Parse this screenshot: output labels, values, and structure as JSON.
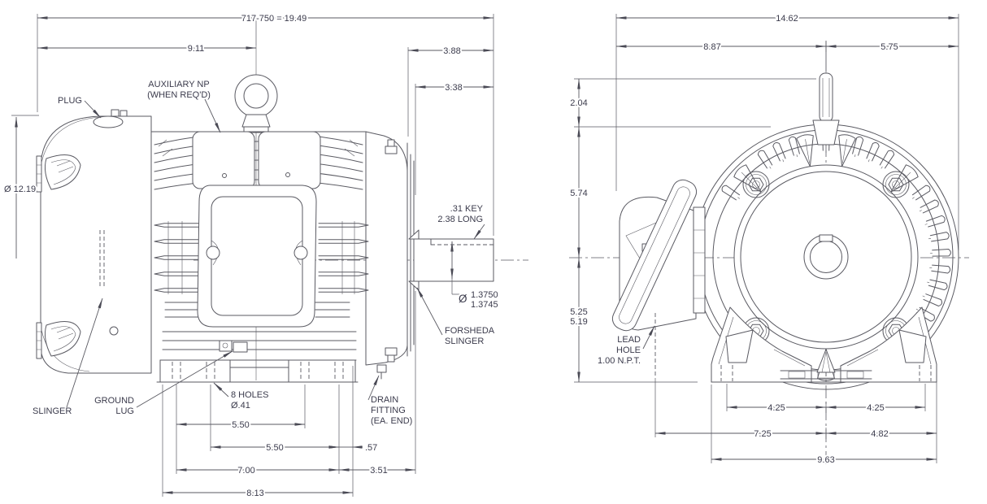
{
  "colors": {
    "line": "#5a5a62",
    "text": "#3b3b4c",
    "bg": "#ffffff"
  },
  "drawing": {
    "side": {
      "dims": {
        "overall": "717-750 = 19.49",
        "front_to_eyebolt": "9.11",
        "endbell_to_shaft_end": "3.88",
        "shaft_extension": "3.38",
        "fan_cover_dia": "Ø 12.19",
        "key_line1": ".31 KEY",
        "key_line2": "2.38 LONG",
        "shaft_dia_symbol": "Ø",
        "shaft_dia_upper": "1.3750",
        "shaft_dia_lower": "1.3745",
        "bolt_span_a": "5.50",
        "bolt_span_b": "5.50",
        "bolt_span_overall": "7.00",
        "foot_offset": ".57",
        "foot_to_slinger": "3.51",
        "base_length": "8.13"
      },
      "labels": {
        "plug": "PLUG",
        "aux_np_1": "AUXILIARY NP",
        "aux_np_2": "(WHEN REQ'D)",
        "forsheda_1": "FORSHEDA",
        "forsheda_2": "SLINGER",
        "slinger": "SLINGER",
        "ground_1": "GROUND",
        "ground_2": "LUG",
        "holes_1": "8 HOLES",
        "holes_2": "Ø.41",
        "drain_1": "DRAIN",
        "drain_2": "FITTING",
        "drain_3": "(EA. END)"
      }
    },
    "end": {
      "dims": {
        "overall_width": "14.62",
        "center_to_left": "8.87",
        "center_to_right": "5.75",
        "eyebolt_height": "2.04",
        "center_to_top": "5.74",
        "shaft_height_upper": "5.25",
        "shaft_height_lower": "5.19",
        "foot_bolt_left": "4.25",
        "foot_bolt_right": "4.25",
        "lead_to_center": "7.25",
        "center_to_foot_edge": "4.82",
        "foot_overall_width": "9.63"
      },
      "labels": {
        "lead_1": "LEAD",
        "lead_2": "HOLE",
        "lead_3": "1.00 N.P.T."
      }
    }
  }
}
